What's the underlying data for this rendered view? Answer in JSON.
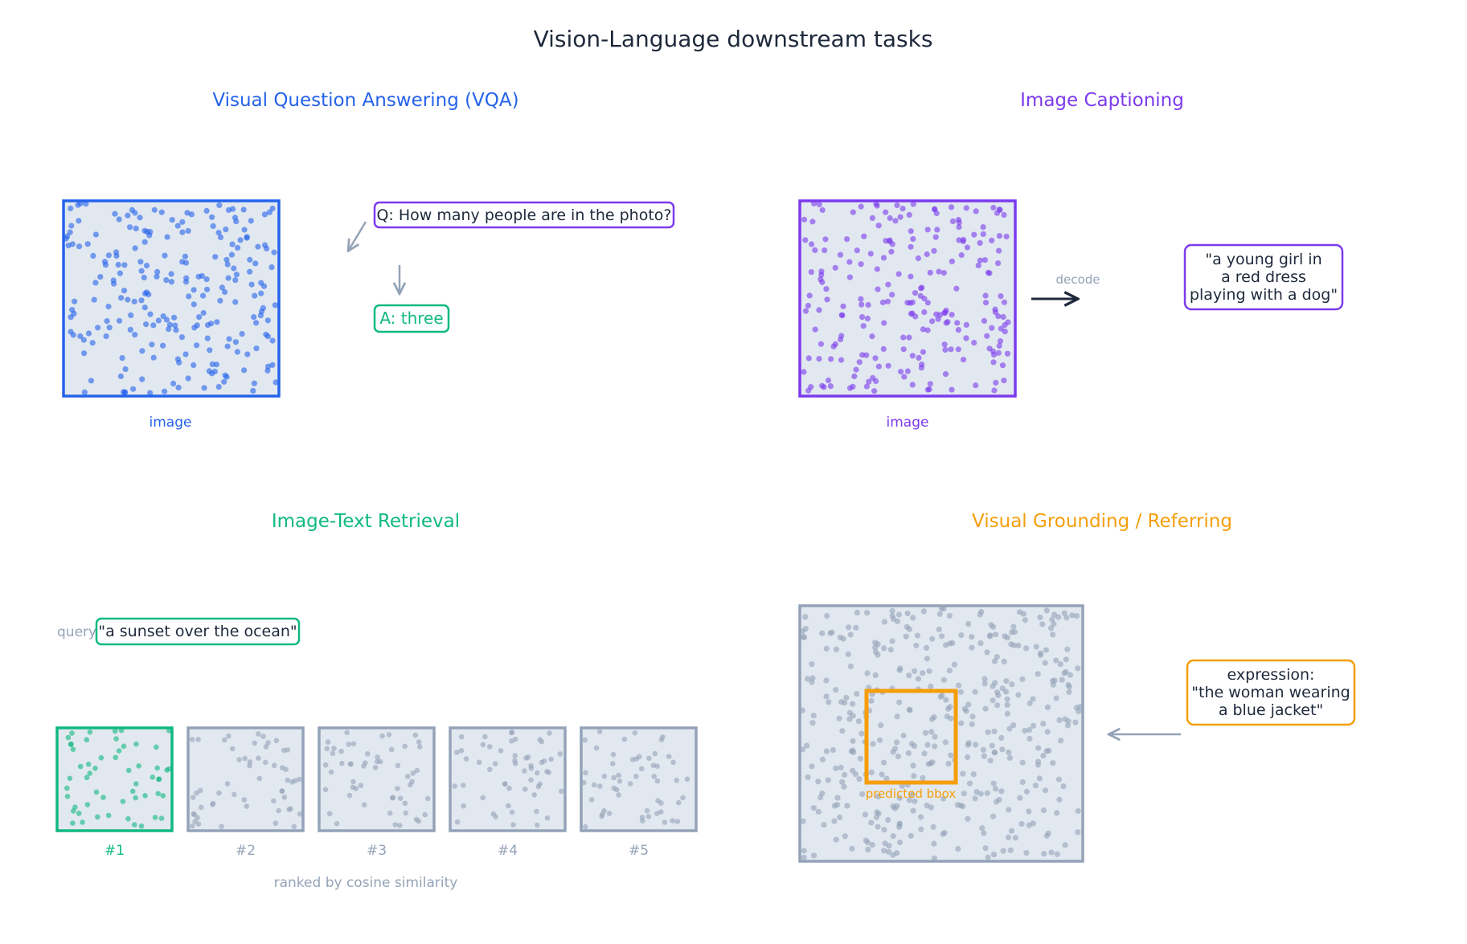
{
  "title": "Vision-Language downstream tasks",
  "colors": {
    "vqa": "#2563eb",
    "captioning": "#7c3aed",
    "retrieval": "#10b981",
    "grounding": "#f59e0b",
    "neutral": "#94a3b8",
    "dark": "#1e293b",
    "panel_fill": "#e2e8f0"
  },
  "vqa": {
    "title": "Visual Question Answering (VQA)",
    "image_label": "image",
    "question": "Q: How many people are in the photo?",
    "answer": "A: three"
  },
  "captioning": {
    "title": "Image Captioning",
    "image_label": "image",
    "arrow_label": "decode",
    "caption_lines": [
      "\"a young girl in",
      "a red dress",
      "playing with a dog\""
    ]
  },
  "retrieval": {
    "title": "Image-Text Retrieval",
    "query_label": "query",
    "query": "\"a sunset over the ocean\"",
    "ranks": [
      "#1",
      "#2",
      "#3",
      "#4",
      "#5"
    ],
    "footer": "ranked by cosine similarity"
  },
  "grounding": {
    "title": "Visual Grounding / Referring",
    "bbox_label": "predicted bbox",
    "expression_lines": [
      "expression:",
      "\"the woman wearing",
      "a blue jacket\""
    ]
  }
}
